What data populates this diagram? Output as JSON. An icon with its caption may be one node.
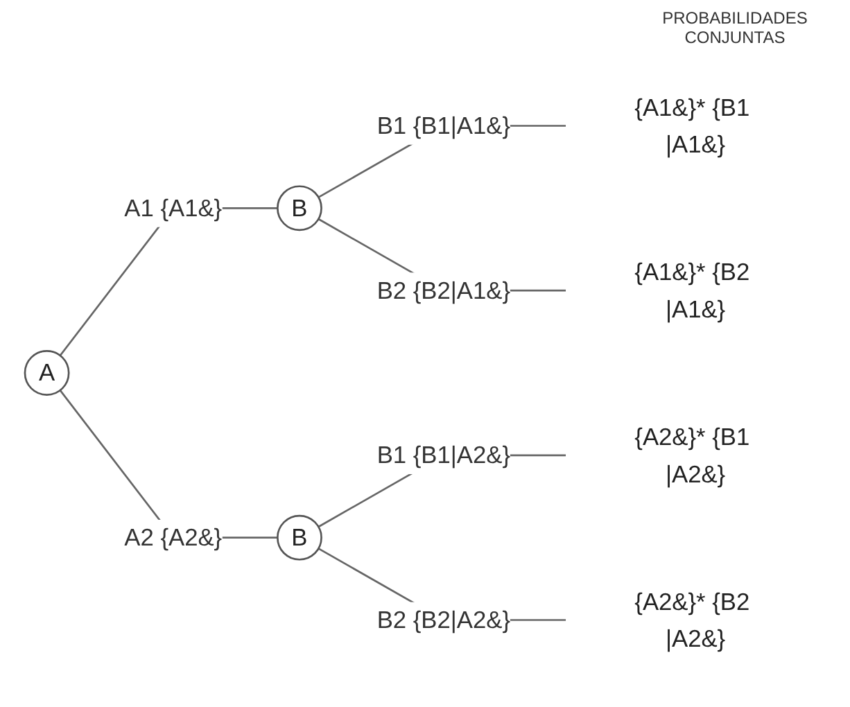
{
  "diagram": {
    "nodes": [
      {
        "text": [
          "A"
        ]
      },
      {
        "text": [
          "B"
        ]
      },
      {
        "text": [
          "B"
        ]
      },
      {
        "text": [
          "{A1&}* {B1 |A1&}"
        ]
      },
      {
        "text": [
          "{A1&}* {B2 |A1&}"
        ]
      },
      {
        "text": [
          "{A2&}* {B1 |A2&}"
        ]
      },
      {
        "text": [
          "{A2&}* {B2 |A2&}"
        ]
      }
    ],
    "edges": [
      {
        "from": 0,
        "to": 1,
        "arrow": "none",
        "label": "A1 {A1&}"
      },
      {
        "from": 0,
        "to": 2,
        "arrow": "none",
        "label": "A2 {A2&}"
      },
      {
        "from": 1,
        "to": 3,
        "arrow": "none",
        "label": "B1 {B1|A1&}"
      },
      {
        "from": 1,
        "to": 4,
        "arrow": "none",
        "label": "B2 {B2|A1&}"
      },
      {
        "from": 2,
        "to": 5,
        "arrow": "none",
        "label": "B1 {B1|A2&}"
      },
      {
        "from": 2,
        "to": 6,
        "arrow": "none",
        "label": "B2 {B2|A2&}"
      }
    ],
    "labels": [
      "PROBABILIDADES CONJUNTAS"
    ]
  }
}
